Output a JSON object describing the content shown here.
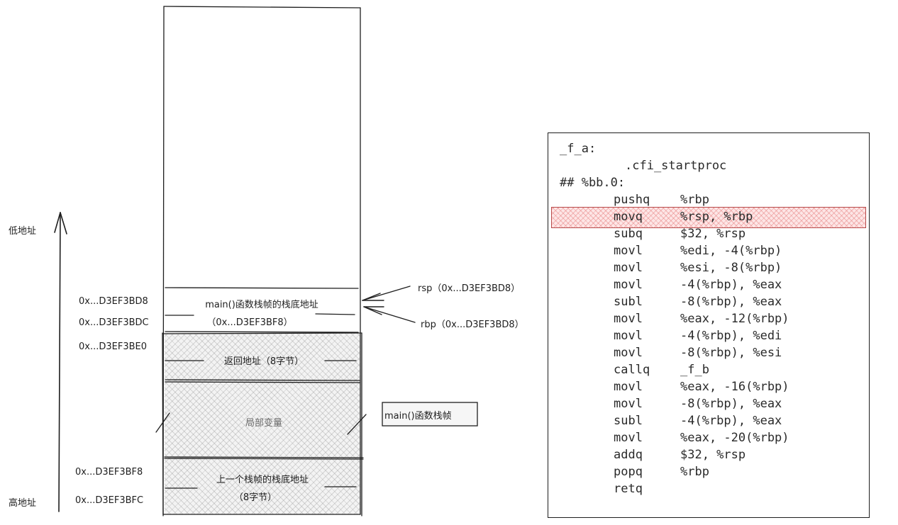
{
  "axis": {
    "low_label": "低地址",
    "high_label": "高地址"
  },
  "addresses": [
    "0x...D3EF3BD8",
    "0x...D3EF3BDC",
    "0x...D3EF3BE0",
    "0x...D3EF3BF8",
    "0x...D3EF3BFC"
  ],
  "stack": {
    "main_base_line1": "main()函数栈帧的栈底地址",
    "main_base_line2": "（0x...D3EF3BF8）",
    "return_address": "返回地址（8字节）",
    "local_vars": "局部变量",
    "prev_frame_line1": "上一个栈帧的栈底地址",
    "prev_frame_line2": "（8字节）",
    "frame_tag": "main()函数栈帧"
  },
  "pointers": {
    "rsp": "rsp（0x...D3EF3BD8）",
    "rbp": "rbp（0x...D3EF3BD8）"
  },
  "code": {
    "label": "_f_a:",
    "directive": ".cfi_startproc",
    "block": "## %bb.0:",
    "highlighted_index": 1,
    "instructions": [
      {
        "op": "pushq",
        "args": "%rbp"
      },
      {
        "op": "movq",
        "args": "%rsp, %rbp"
      },
      {
        "op": "subq",
        "args": "$32, %rsp"
      },
      {
        "op": "movl",
        "args": "%edi, -4(%rbp)"
      },
      {
        "op": "movl",
        "args": "%esi, -8(%rbp)"
      },
      {
        "op": "movl",
        "args": "-4(%rbp), %eax"
      },
      {
        "op": "subl",
        "args": "-8(%rbp), %eax"
      },
      {
        "op": "movl",
        "args": "%eax, -12(%rbp)"
      },
      {
        "op": "movl",
        "args": "-4(%rbp), %edi"
      },
      {
        "op": "movl",
        "args": "-8(%rbp), %esi"
      },
      {
        "op": "callq",
        "args": "_f_b"
      },
      {
        "op": "movl",
        "args": "%eax, -16(%rbp)"
      },
      {
        "op": "movl",
        "args": "-8(%rbp), %eax"
      },
      {
        "op": "subl",
        "args": "-4(%rbp), %eax"
      },
      {
        "op": "movl",
        "args": "%eax, -20(%rbp)"
      },
      {
        "op": "addq",
        "args": "$32, %rsp"
      },
      {
        "op": "popq",
        "args": "%rbp"
      },
      {
        "op": "retq",
        "args": ""
      }
    ]
  }
}
